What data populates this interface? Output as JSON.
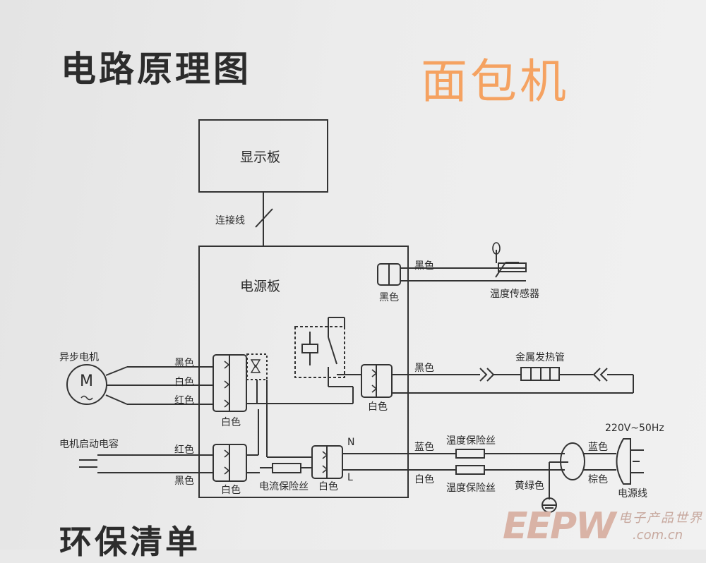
{
  "heading": "电路原理图",
  "product": "面包机",
  "next_section": "环保清单",
  "labels": {
    "display_board": "显示板",
    "connector_wire": "连接线",
    "power_board": "电源板",
    "async_motor": "异步电机",
    "motor_symbol": "M",
    "motor_start_cap": "电机启动电容",
    "temp_sensor": "温度传感器",
    "heater": "金属发热管",
    "temp_fuse_1": "温度保险丝",
    "temp_fuse_2": "温度保险丝",
    "current_fuse": "电流保险丝",
    "voltage": "220V~50Hz",
    "power_cord": "电源线",
    "n": "N",
    "l": "L"
  },
  "wire_colors": {
    "motor_black": "黑色",
    "motor_white": "白色",
    "motor_red": "红色",
    "motor_connector": "白色",
    "cap_red": "红色",
    "cap_black": "黑色",
    "cap_connector": "白色",
    "fuse_connector": "白色",
    "sensor_wire": "黑色",
    "sensor_connector": "黑色",
    "heater_wire": "黑色",
    "heater_connector": "白色",
    "n_blue": "蓝色",
    "l_white": "白色",
    "ground": "黄绿色",
    "plug_blue": "蓝色",
    "plug_brown": "棕色"
  },
  "watermark": {
    "logo": "EEPW",
    "cn": "电子产品世界",
    "url": ".com.cn"
  }
}
